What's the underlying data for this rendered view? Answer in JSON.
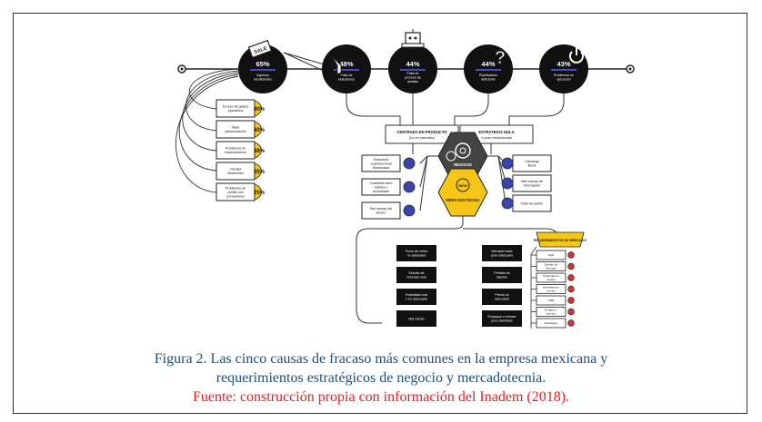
{
  "top_nodes": [
    {
      "percent": "65%",
      "label": "Ingresos insuficientes",
      "icon": "sale-tag-icon"
    },
    {
      "percent": "48%",
      "label": "Falta de indicadores",
      "icon": "funnel-icon"
    },
    {
      "percent": "44%",
      "label": "Falta de proceso de análisis",
      "icon": "robot-icon"
    },
    {
      "percent": "44%",
      "label": "Planificación deficiente",
      "icon": "question-icon"
    },
    {
      "percent": "43%",
      "label": "Problemas en ejecución",
      "icon": "power-icon"
    }
  ],
  "left_causes": [
    {
      "label": "Exceso de gastos operativos",
      "value": "40%"
    },
    {
      "label": "Mala administración",
      "value": "40%"
    },
    {
      "label": "Problemas de financiamiento",
      "value": "38%"
    },
    {
      "label": "Clientes insolventes",
      "value": "35%"
    },
    {
      "label": "Problemas de crédito con proveedores",
      "value": "25%"
    }
  ],
  "center_boxes": [
    {
      "title": "CENTRADA EN PRODUCTO",
      "subtitle": "(no en mercado)"
    },
    {
      "title": "ESTRATEGIA NULA",
      "subtitle": "o poco estructurada"
    }
  ],
  "hexagons": {
    "business": "NEGOCIO",
    "marketing": "MERCADOTECNIA"
  },
  "negocio_left": [
    "Estructura organizacional inadecuada",
    "Conflictos entre dueños o accionistas",
    "Mal manejo del tiempo"
  ],
  "negocio_right": [
    "Liderazgo literal",
    "Mal manejo de información",
    "Falta de pasión"
  ],
  "mkt_left": [
    "Punto de venta no adecuado",
    "Estudio de mercado nulo",
    "Publicidad nula o no adecuada",
    "Mal cliente"
  ],
  "mkt_right": [
    "Mercado meta poco adecuado",
    "Pérdida de clientes",
    "Precio no adecuado",
    "Empaque o envase poco diseñado"
  ],
  "requerimientos": {
    "title": "REQUERIMIENTOS DE MERCADO",
    "items": [
      "SQP",
      "Estudio de Mercado",
      "Publicidad en medios",
      "Estrategia de precios",
      "CRM",
      "Producto / Servicio",
      "Packaging"
    ]
  },
  "caption": {
    "line1": "Figura 2. Las cinco causas de fracaso más comunes en la empresa mexicana y",
    "line2": "requerimientos estratégicos de negocio y mercadotecnia.",
    "line3": "Fuente: construcción propia con información del Inadem (2018)."
  },
  "colors": {
    "accent_yellow": "#f5c518",
    "node_black": "#111111",
    "bar_blue": "#4a4ac8",
    "marker_blue": "#3a44b0",
    "caption_blue": "#1f4e79",
    "caption_red": "#e02020"
  }
}
